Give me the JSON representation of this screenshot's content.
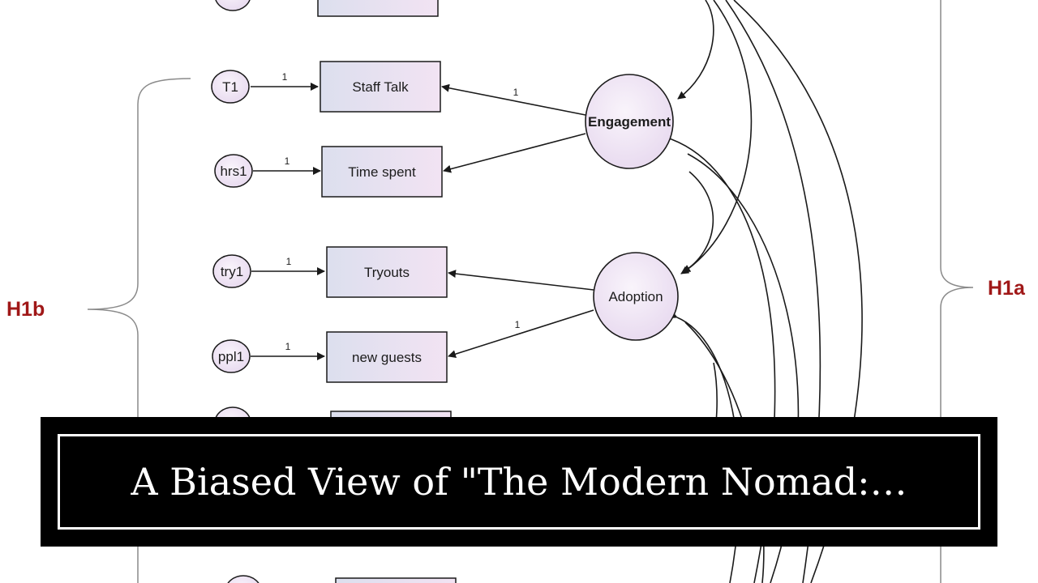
{
  "diagram": {
    "indicators": [
      {
        "label": "Staff Talk",
        "error": "T1",
        "loading": "1"
      },
      {
        "label": "Time spent",
        "error": "hrs1",
        "loading": "1"
      },
      {
        "label": "Tryouts",
        "error": "try1",
        "loading": "1"
      },
      {
        "label": "new guests",
        "error": "ppl1",
        "loading": "1"
      }
    ],
    "latents": [
      {
        "label": "Engagement",
        "loading": "1"
      },
      {
        "label": "Adoption",
        "loading": "1"
      }
    ],
    "hypotheses": {
      "left": "H1b",
      "right": "H1a"
    }
  },
  "banner": {
    "title": "A Biased View of \"The Modern Nomad:…"
  },
  "colors": {
    "node_fill": "#efe6f4",
    "stroke": "#1a1a1a",
    "hypothesis": "#a01818",
    "banner_bg": "#000000",
    "banner_text": "#ffffff"
  }
}
